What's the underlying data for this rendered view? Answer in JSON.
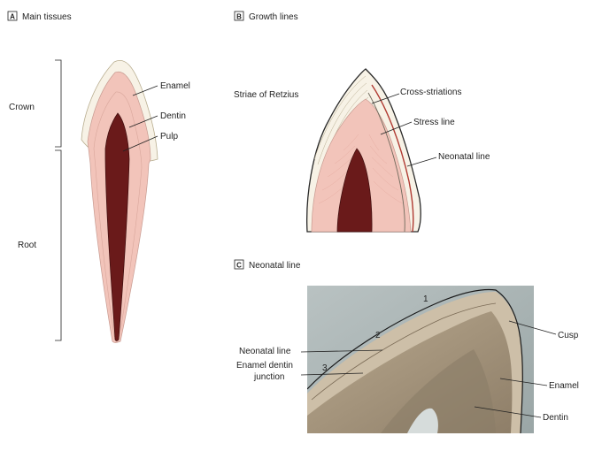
{
  "panels": {
    "a": {
      "badge": "A",
      "title": "Main tissues"
    },
    "b": {
      "badge": "B",
      "title": "Growth lines"
    },
    "c": {
      "badge": "C",
      "title": "Neonatal line"
    }
  },
  "panel_a_labels": {
    "crown": "Crown",
    "root": "Root",
    "enamel": "Enamel",
    "dentin": "Dentin",
    "pulp": "Pulp"
  },
  "panel_b_labels": {
    "striae": "Striae of Retzius",
    "cross_striations": "Cross-striations",
    "stress_line": "Stress line",
    "neonatal_line": "Neonatal line"
  },
  "panel_c_labels": {
    "neonatal_line": "Neonatal line",
    "edj_line1": "Enamel dentin",
    "edj_line2": "junction",
    "cusp": "Cusp",
    "enamel": "Enamel",
    "dentin": "Dentin",
    "num1": "1",
    "num2": "2",
    "num3": "3"
  },
  "colors": {
    "enamel": "#f7f2e6",
    "dentin": "#f2c4ba",
    "pulp": "#6a1a1a",
    "outline": "#2a2a2a",
    "neonatal_red": "#b03a32"
  }
}
